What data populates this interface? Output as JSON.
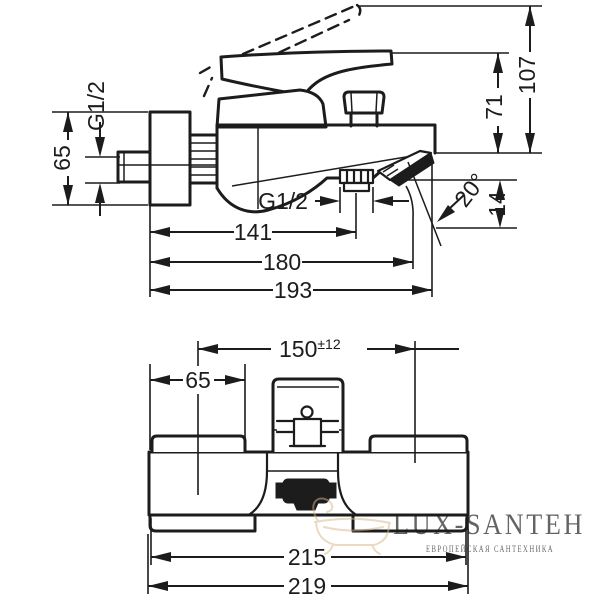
{
  "drawing": {
    "side_view": {
      "wall_thread_label": "G1/2",
      "flange_height": "65",
      "spout_thread_label": "G1/2",
      "depth_to_aerator": "141",
      "depth_to_outlet": "180",
      "overall_depth": "193",
      "handle_height": "71",
      "raised_handle_height": "107",
      "spray_angle": "20°",
      "spray_drop": "14"
    },
    "front_view": {
      "connection_centers": "150",
      "connection_tolerance": "±12",
      "escutcheon_width": "65",
      "body_width": "215",
      "overall_width": "219"
    }
  },
  "watermark": {
    "title": "LUX-SANTEH",
    "subtitle": "ЕВРОПЕЙСКАЯ САНТЕХНИКА",
    "icon": "bathtub-icon",
    "color": "#d8b488"
  }
}
